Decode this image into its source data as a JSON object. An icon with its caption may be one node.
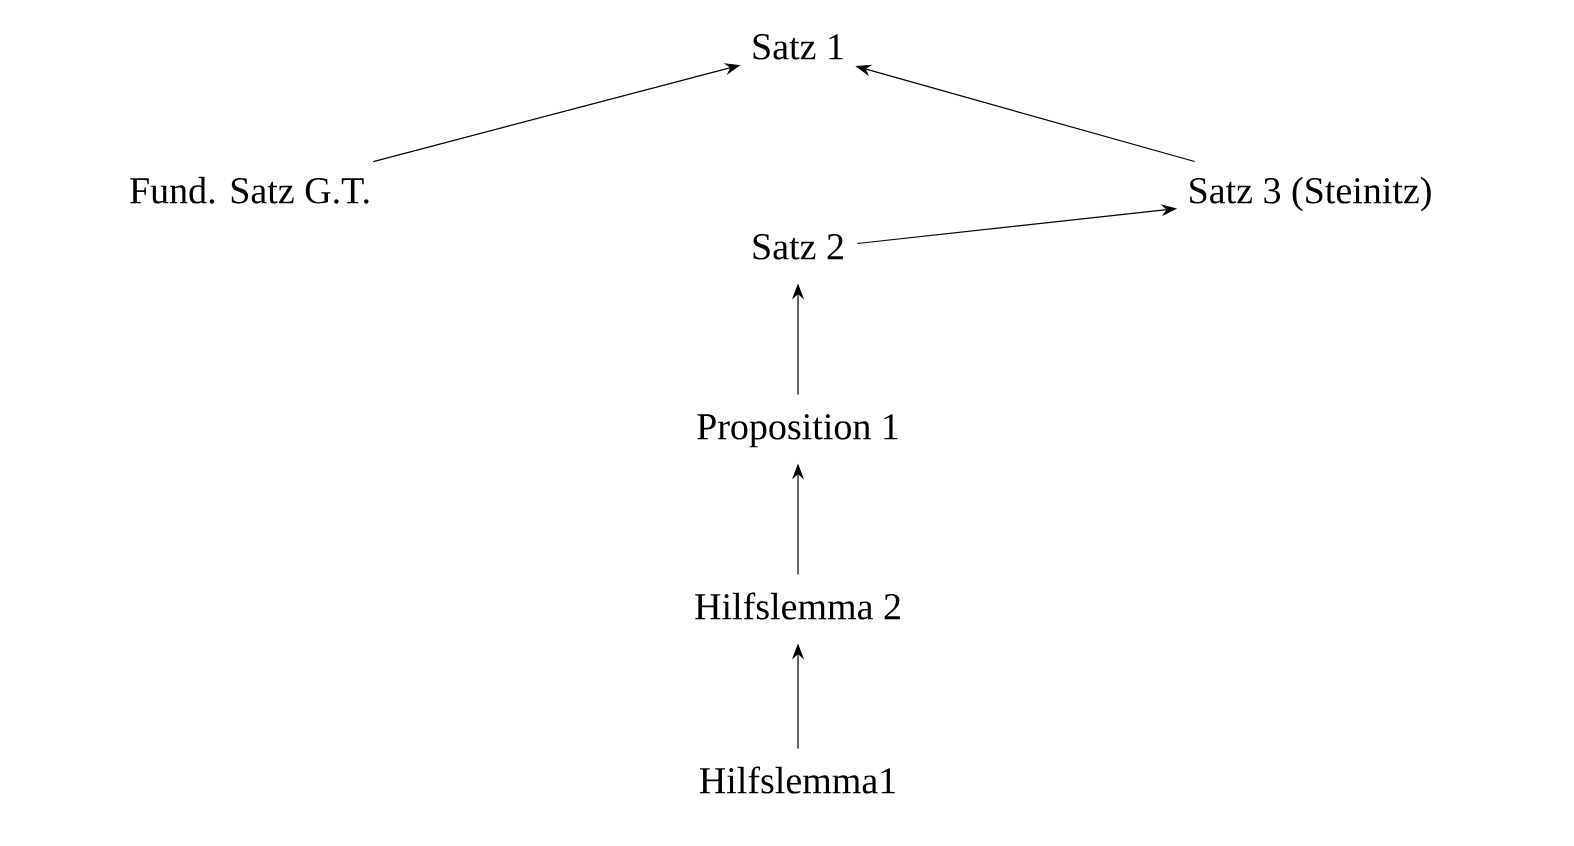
{
  "diagram": {
    "nodes": [
      {
        "text": [
          "Satz 1"
        ]
      },
      {
        "text": [
          "Fund. Satz G.T."
        ]
      },
      {
        "text": [
          "Satz 3 (Steinitz)"
        ]
      },
      {
        "text": [
          "Satz 2"
        ]
      },
      {
        "text": [
          "Proposition 1"
        ]
      },
      {
        "text": [
          "Hilfslemma 2"
        ]
      },
      {
        "text": [
          "Hilfslemma1"
        ]
      }
    ],
    "edges": [
      {
        "from": 1,
        "to": 0,
        "arrow": "to"
      },
      {
        "from": 2,
        "to": 0,
        "arrow": "to"
      },
      {
        "from": 3,
        "to": 2,
        "arrow": "to"
      },
      {
        "from": 4,
        "to": 3,
        "arrow": "to"
      },
      {
        "from": 5,
        "to": 4,
        "arrow": "to"
      },
      {
        "from": 6,
        "to": 5,
        "arrow": "to"
      }
    ]
  }
}
